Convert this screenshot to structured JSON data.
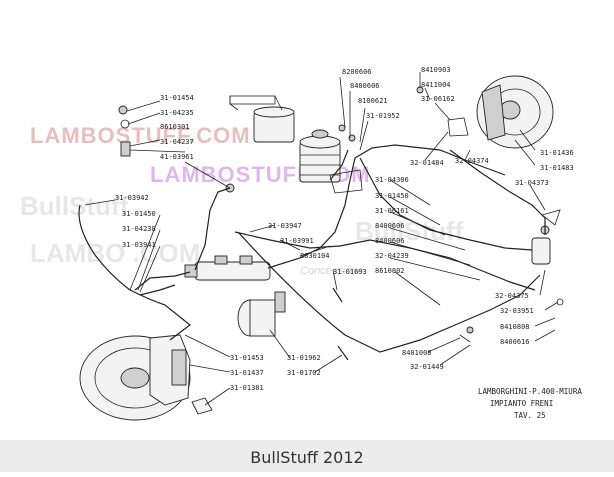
{
  "watermarks": {
    "line1": "LAMBOSTUFF.COM",
    "line2": "LAMBOSTUFF.COM",
    "line3": "BullStuff",
    "line4": "LAMBO  .COM",
    "line5": "Concessione"
  },
  "title": {
    "line1": "LAMBORGHINI-P.400-MIURA",
    "line2": "IMPIANTO FRENI",
    "line3": "TAV. 25"
  },
  "footer": {
    "text": "BullStuff 2012"
  },
  "labels": [
    "31-01454",
    "31-04235",
    "8610301",
    "31-04237",
    "41-03961",
    "8200606",
    "8400606",
    "8100621",
    "31-01952",
    "8410903",
    "8411004",
    "31-06162",
    "31-01436",
    "31-01483",
    "32-01484",
    "32-04374",
    "31-04373",
    "31-04306",
    "31-01450",
    "31-06161",
    "8400606",
    "8400606",
    "32-04239",
    "8610802",
    "32-04375",
    "32-03951",
    "8410808",
    "8400616",
    "31-03942",
    "31-01450",
    "31-04238",
    "31-03941",
    "31-03947",
    "31-03991",
    "8830104",
    "31-01693",
    "31-01453",
    "31-01437",
    "31-01381",
    "31-01962",
    "31-01702",
    "8401008",
    "32-01449"
  ]
}
